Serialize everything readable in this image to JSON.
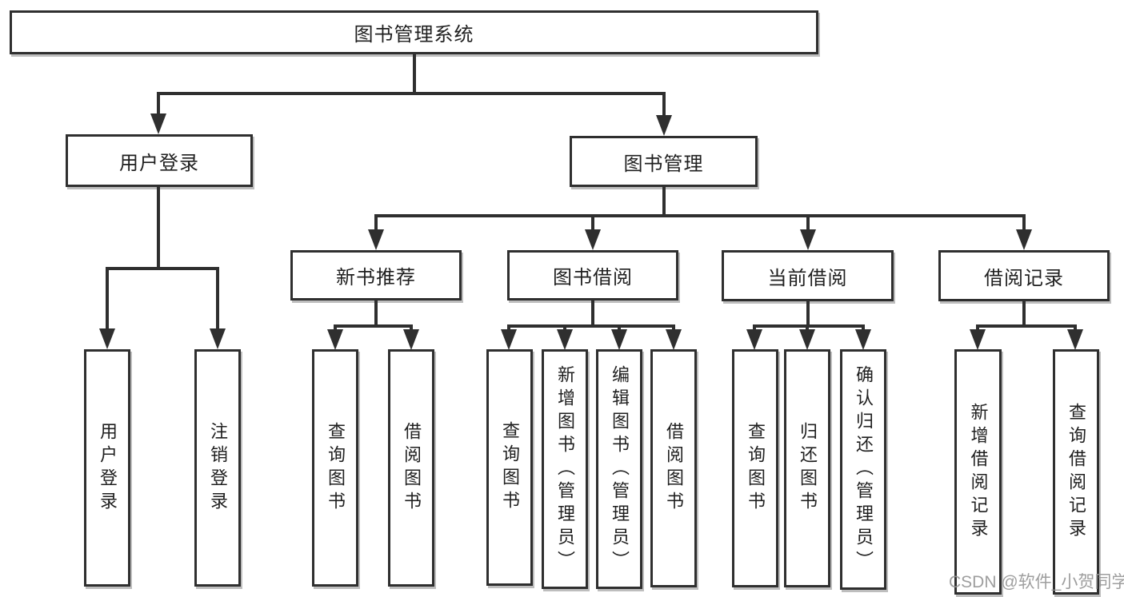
{
  "tree": {
    "label": "图书管理系统",
    "children": [
      {
        "label": "用户登录",
        "children": [
          {
            "label": "用户登录"
          },
          {
            "label": "注销登录"
          }
        ]
      },
      {
        "label": "图书管理",
        "children": [
          {
            "label": "新书推荐",
            "children": [
              {
                "label": "查询图书"
              },
              {
                "label": "借阅图书"
              }
            ]
          },
          {
            "label": "图书借阅",
            "children": [
              {
                "label": "查询图书"
              },
              {
                "label": "新增图书（管理员）"
              },
              {
                "label": "编辑图书（管理员）"
              },
              {
                "label": "借阅图书"
              }
            ]
          },
          {
            "label": "当前借阅",
            "children": [
              {
                "label": "查询图书"
              },
              {
                "label": "归还图书"
              },
              {
                "label": "确认归还（管理员）"
              }
            ]
          },
          {
            "label": "借阅记录",
            "children": [
              {
                "label": "新增借阅记录"
              },
              {
                "label": "查询借阅记录"
              }
            ]
          }
        ]
      }
    ]
  },
  "watermark": {
    "text": "CSDN @软件_小贺同学"
  },
  "colors": {
    "line": "#2f2f2f",
    "text": "#1f1f1f",
    "background": "#ffffff",
    "watermark": "#969696"
  }
}
